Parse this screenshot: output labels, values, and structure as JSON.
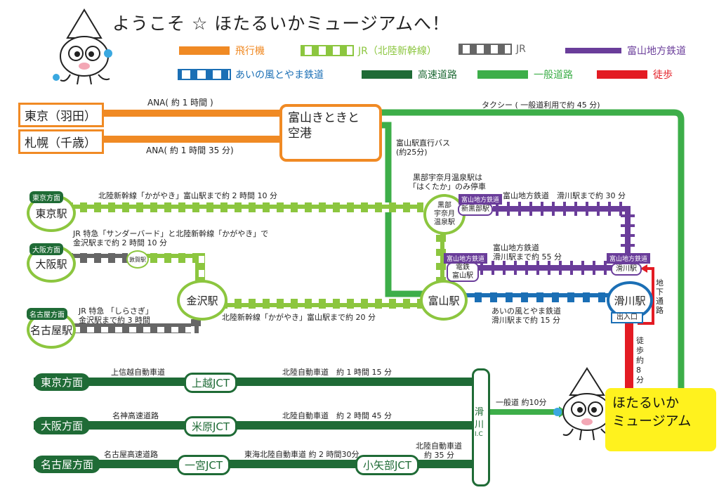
{
  "title": "ようこそ ☆ ほたるいかミュージアムへ！",
  "legend": [
    {
      "key": "plane",
      "label": "飛行機",
      "color": "#f08a24",
      "style": "solid"
    },
    {
      "key": "jr_shinkansen",
      "label": "JR（北陸新幹線）",
      "color": "#8cc63f",
      "style": "dashed"
    },
    {
      "key": "jr",
      "label": "JR",
      "color": "#666666",
      "style": "dashed"
    },
    {
      "key": "toyama_chiho",
      "label": "富山地方鉄道",
      "color": "#6a3d9a",
      "style": "rail"
    },
    {
      "key": "ainokaze",
      "label": "あいの風とやま鉄道",
      "color": "#1b6fb5",
      "style": "dashed"
    },
    {
      "key": "expressway",
      "label": "高速道路",
      "color": "#1f6b36",
      "style": "solid"
    },
    {
      "key": "general_road",
      "label": "一般道路",
      "color": "#3dae49",
      "style": "solid"
    },
    {
      "key": "walk",
      "label": "徒歩",
      "color": "#e31b23",
      "style": "solid"
    }
  ],
  "origins": {
    "tokyo_haneda": "東京（羽田）",
    "sapporo_chitose": "札幌（千歳）"
  },
  "airport": {
    "line1": "富山きときと",
    "line2": "空港"
  },
  "routes": {
    "ana_tokyo": "ANA( 約 1 時間 )",
    "ana_sapporo": "ANA( 約 1 時間 35 分)",
    "taxi": "タクシー ( 一般道利用で約 45 分)",
    "bus_line1": "富山駅直行バス",
    "bus_line2": "(約25分)",
    "kurobe_note_line1": "黒部宇奈月温泉駅は",
    "kurobe_note_line2": "「はくたか」のみ停車",
    "shinkansen_tokyo": "北陸新幹線「かがやき」富山駅まで約 2 時間 10 分",
    "osaka_line1": "JR 特急「サンダーバード」と北陸新幹線「かがやき」で",
    "osaka_line2": "金沢駅まで約 2 時間 10 分",
    "nagoya_line1": "JR 特急 「しらさぎ」",
    "nagoya_line2": "金沢駅まで約 3 時間",
    "shinkansen_kanazawa": "北陸新幹線「かがやき」富山駅まで約 20 分",
    "chiho_upper": "富山地方鉄道　滑川駅まで約 30 分",
    "chiho_lower_line1": "富山地方鉄道",
    "chiho_lower_line2": "滑川駅まで約 55 分",
    "ainokaze_line1": "あいの風とやま鉄道",
    "ainokaze_line2": "滑川駅まで約 15 分",
    "underpass": "地下通路",
    "walk": "徒歩約8分",
    "general_road_ic": "一般道 約10分"
  },
  "stations": {
    "tokyo": "東京駅",
    "tokyo_dir": "東京方面",
    "osaka": "大阪駅",
    "osaka_dir": "大阪方面",
    "nagoya": "名古屋駅",
    "nagoya_dir": "名古屋方面",
    "tsuruga": "敦賀駅",
    "kanazawa": "金沢駅",
    "kurobe_line1": "黒部",
    "kurobe_line2": "宇奈月",
    "kurobe_line3": "温泉駅",
    "toyama": "富山駅",
    "namerikawa": "滑川駅",
    "exit": "出入口",
    "shin_kurobe": "新黒部駅",
    "dentetsu_toyama_line1": "電鉄",
    "dentetsu_toyama_line2": "富山駅",
    "namerikawa_small": "滑川駅",
    "chiho_tag": "富山地方鉄道"
  },
  "highways": {
    "tokyo_dir": "東京方面",
    "osaka_dir": "大阪方面",
    "nagoya_dir": "名古屋方面",
    "joshinetsu": "上信越自動車道",
    "meishin": "名神高速道路",
    "nagoya_exp": "名古屋高速道路",
    "joetsu_jct": "上越JCT",
    "maibara_jct": "米原JCT",
    "ichinomiya_jct": "一宮JCT",
    "oyabe_jct": "小矢部JCT",
    "hokuriku_1h15": "北陸自動車道　約 1 時間 15 分",
    "hokuriku_2h45": "北陸自動車道　約 2 時間 45 分",
    "tokai_hokuriku": "東海北陸自動車道 約 2 時間30分",
    "hokuriku_35_line1": "北陸自動車道",
    "hokuriku_35_line2": "約 35 分",
    "namerikawa_ic_line1": "滑",
    "namerikawa_ic_line2": "川",
    "namerikawa_ic_line3": "I.C"
  },
  "museum": {
    "line1": "ほたるいか",
    "line2": "ミュージアム"
  }
}
